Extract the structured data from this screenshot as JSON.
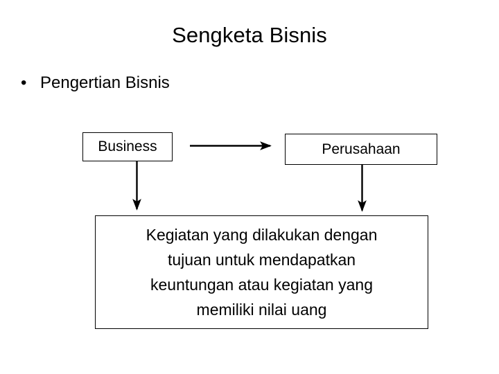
{
  "slide": {
    "title": "Sengketa Bisnis",
    "background_color": "#ffffff",
    "text_color": "#000000"
  },
  "bullets": [
    {
      "marker": "•",
      "label": "Pengertian Bisnis"
    }
  ],
  "diagram": {
    "type": "flow",
    "stroke_color": "#000000",
    "nodes": [
      {
        "id": "business",
        "label": "Business",
        "shape": "rectangle"
      },
      {
        "id": "perusahaan",
        "label": "Perusahaan",
        "shape": "rectangle"
      },
      {
        "id": "definition",
        "label": "Kegiatan yang dilakukan dengan\ntujuan untuk mendapatkan\nkeuntungan atau kegiatan yang\nmemiliki nilai uang",
        "shape": "rectangle"
      }
    ],
    "edges": [
      {
        "id": "business-to-perusahaan",
        "from": "business",
        "to": "perusahaan",
        "direction": "right",
        "style": "solid-arrow"
      },
      {
        "id": "business-to-definition",
        "from": "business",
        "to": "definition",
        "direction": "down",
        "style": "solid-arrow"
      },
      {
        "id": "perusahaan-to-definition",
        "from": "perusahaan",
        "to": "definition",
        "direction": "down",
        "style": "solid-arrow"
      }
    ]
  }
}
